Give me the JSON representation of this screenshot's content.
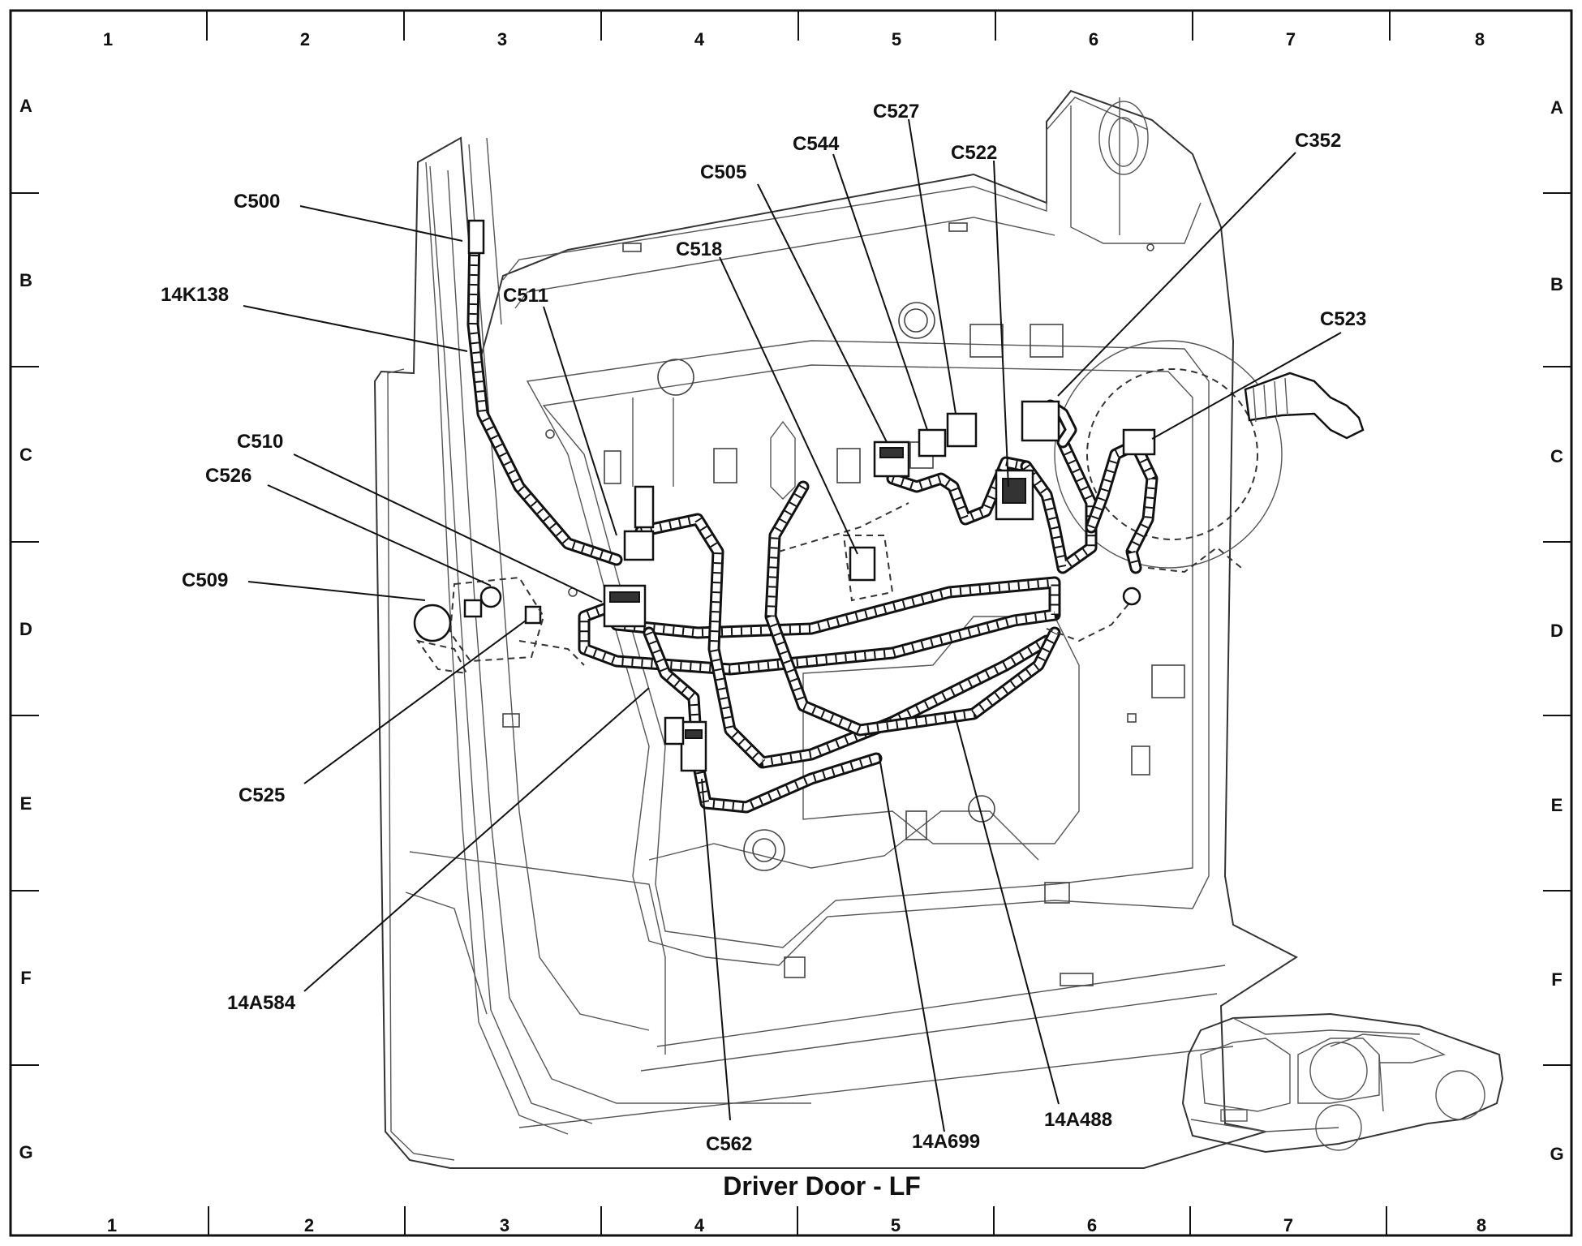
{
  "title": "Driver Door - LF",
  "grid": {
    "columns": [
      "1",
      "2",
      "3",
      "4",
      "5",
      "6",
      "7",
      "8"
    ],
    "rows": [
      "A",
      "B",
      "C",
      "D",
      "E",
      "F",
      "G"
    ]
  },
  "callouts": {
    "c500": "C500",
    "k14k138": "14K138",
    "c510": "C510",
    "c526": "C526",
    "c509": "C509",
    "c525": "C525",
    "a14a584": "14A584",
    "c511": "C511",
    "c518": "C518",
    "c505": "C505",
    "c544": "C544",
    "c527": "C527",
    "c522": "C522",
    "c352": "C352",
    "c523": "C523",
    "c562": "C562",
    "a14a699": "14A699",
    "a14a488": "14A488"
  }
}
